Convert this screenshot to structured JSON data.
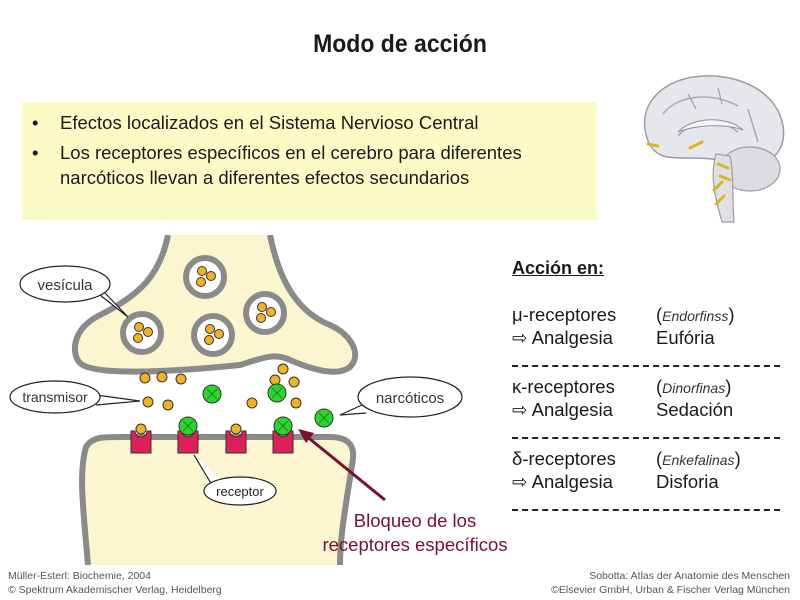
{
  "title": "Modo de acción",
  "bullets": [
    "Efectos localizados en el Sistema Nervioso Central",
    "Los receptores específicos en el cerebro para diferentes narcóticos llevan a diferentes efectos secundarios"
  ],
  "bullet_glyph": "•",
  "diagram": {
    "labels": {
      "vesicle": "vesícula",
      "transmitter": "transmisor",
      "narcotics": "narcóticos",
      "receptor": "receptor"
    },
    "blocking_caption": [
      "Bloqueo de los",
      "receptores específicos"
    ],
    "colors": {
      "cell_fill": "#fbf6cf",
      "membrane": "#8a8a8a",
      "transmitter": "#f2b323",
      "narcotic": "#2ad62a",
      "receptor": "#dd1f5a",
      "arrow": "#7a0f2f"
    }
  },
  "accion": {
    "heading": "Acción en:",
    "arrow_glyph": "⇨",
    "groups": [
      {
        "receptor": "μ-receptores",
        "ligand": "Endorfinss",
        "effect1": "Analgesia",
        "effect2": "Eufória"
      },
      {
        "receptor": "κ-receptores",
        "ligand": "Dinorfinas",
        "effect1": "Analgesia",
        "effect2": "Sedación"
      },
      {
        "receptor": "δ-receptores",
        "ligand": "Enkefalinas",
        "effect1": "Analgesia",
        "effect2": "Disforia"
      }
    ]
  },
  "footer": {
    "left": [
      "Müller-Esterl: Biochemie, 2004",
      "© Spektrum Akademischer Verlag, Heidelberg"
    ],
    "right": [
      "Sobotta: Atlas der Anatomie des Menschen",
      "©Elsevier GmbH, Urban & Fischer Verlag München"
    ]
  }
}
